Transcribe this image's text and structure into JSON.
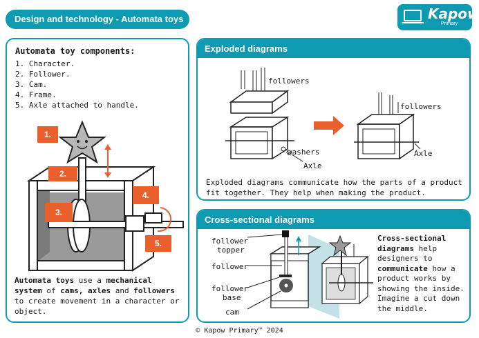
{
  "header": {
    "title": "Design and technology - Automata toys",
    "logo_word": "Kapow",
    "logo_sub": "Primary"
  },
  "components": {
    "title": "Automata toy components:",
    "items": [
      "1.  Character.",
      "2.  Follower.",
      "3.  Cam.",
      "4.  Frame.",
      "5.  Axle attached to handle."
    ],
    "badges": [
      "1.",
      "2.",
      "3.",
      "4.",
      "5."
    ],
    "para": {
      "p1": "Automata toys",
      "p2": " use a ",
      "p3": "mechanical system",
      "p4": " of ",
      "p5": "cams, axles",
      "p6": " and ",
      "p7": "followers",
      "p8": " to create movement in a character or object."
    }
  },
  "exploded": {
    "heading": "Exploded diagrams",
    "labels": {
      "followers_left": "followers",
      "washers": "washers",
      "axle_left": "Axle",
      "followers_right": "followers",
      "axle_right": "Axle"
    },
    "para": "Exploded diagrams communicate how the parts of a product fit together. They help when making the product."
  },
  "cross": {
    "heading": "Cross-sectional diagrams",
    "labels": {
      "topper1": "follower",
      "topper2": "topper",
      "follower": "follower",
      "base1": "follower",
      "base2": "base",
      "cam": "cam"
    },
    "para": {
      "p1": "Cross-sectional diagrams",
      "p2": " help designers to ",
      "p3": "communicate",
      "p4": " how a product works by showing the inside. Imagine a cut down the middle."
    }
  },
  "footer": "© Kapow Primary™ 2024",
  "colors": {
    "teal": "#0e9ab0",
    "orange": "#e9602d",
    "grey": "#9a9a9a"
  }
}
